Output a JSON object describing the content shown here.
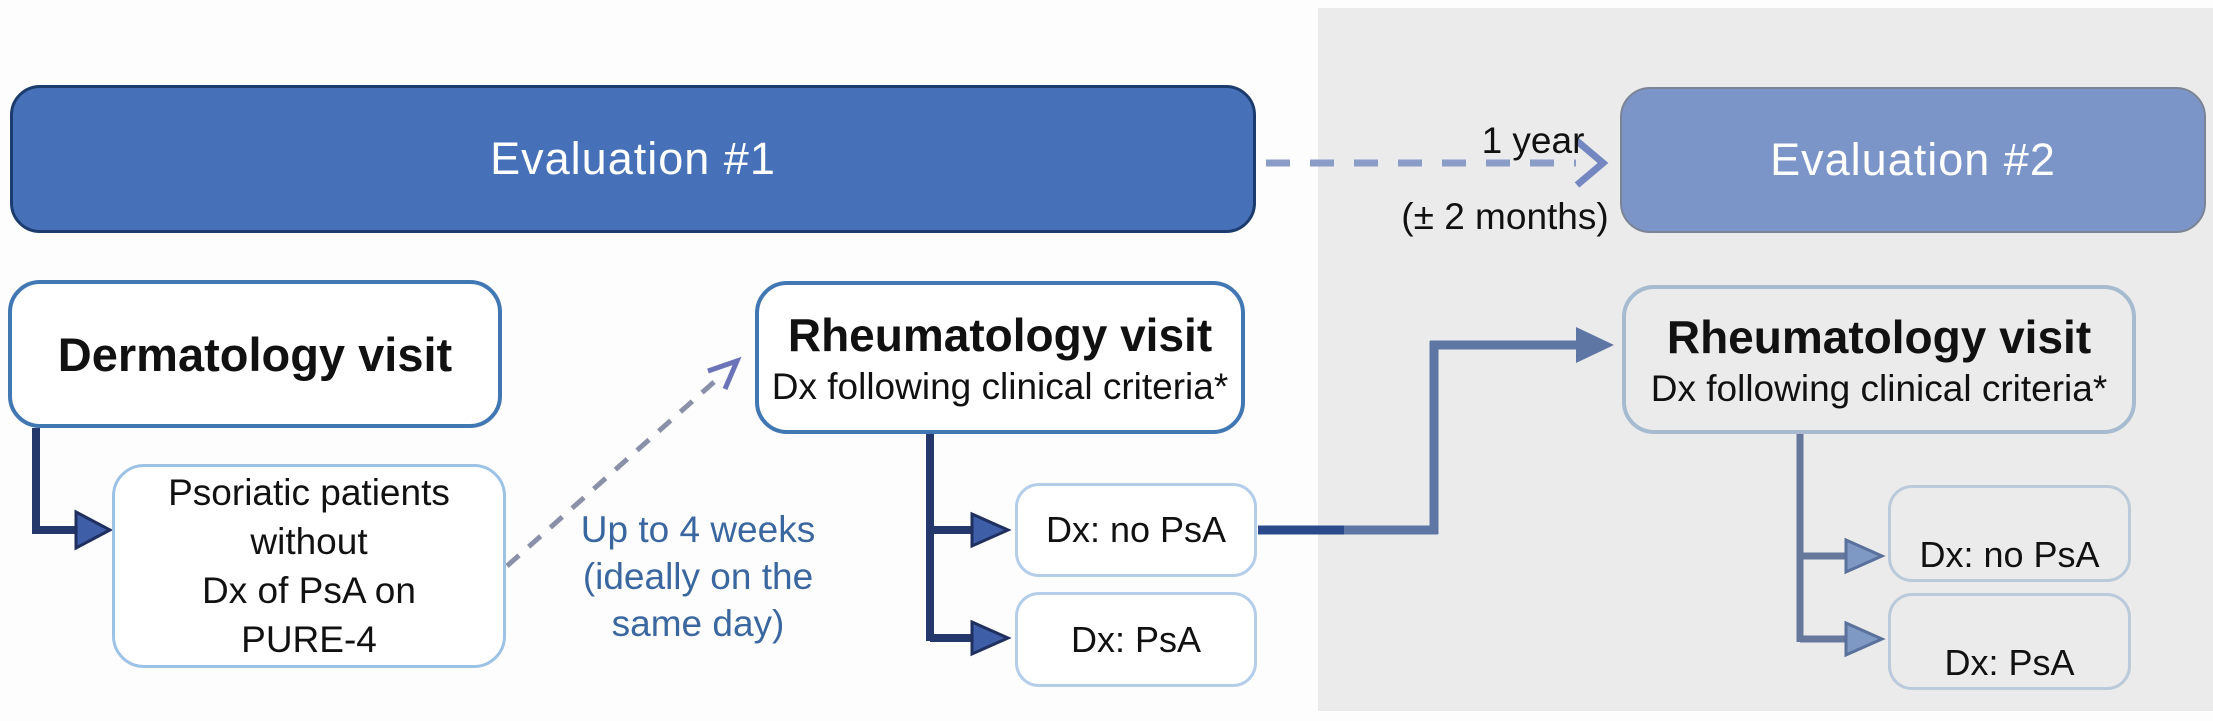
{
  "colors": {
    "eval1_fill": "#4671b8",
    "eval2_fill": "#7c95c9",
    "panel_gray": "#ebebeb",
    "navy_arrow": "#24386b",
    "slate_arrow": "#5e76a4",
    "blue_box_border": "#4178b4",
    "light_blue_border": "#9cc2e5",
    "dashed_blue": "#8b9cc8",
    "note_text_blue": "#3a679f"
  },
  "headers": {
    "eval1": "Evaluation #1",
    "eval2": "Evaluation #2"
  },
  "timeline": {
    "interval_line1": "1 year",
    "interval_line2": "(± 2 months)"
  },
  "eval1_flow": {
    "dermatology": {
      "title": "Dermatology visit"
    },
    "patients": {
      "lines": [
        "Psoriatic patients",
        "without",
        "Dx of PsA on",
        "PURE-4"
      ]
    },
    "delay_note": {
      "lines": [
        "Up to 4 weeks",
        "(ideally on the",
        "same day)"
      ]
    },
    "rheumatology": {
      "title": "Rheumatology visit",
      "subtitle": "Dx following clinical criteria*"
    },
    "outcomes": [
      {
        "label": "Dx: no PsA"
      },
      {
        "label": "Dx: PsA"
      }
    ]
  },
  "eval2_flow": {
    "rheumatology": {
      "title": "Rheumatology visit",
      "subtitle": "Dx following clinical criteria*"
    },
    "outcomes": [
      {
        "label": "Dx: no PsA"
      },
      {
        "label": "Dx: PsA"
      }
    ]
  }
}
